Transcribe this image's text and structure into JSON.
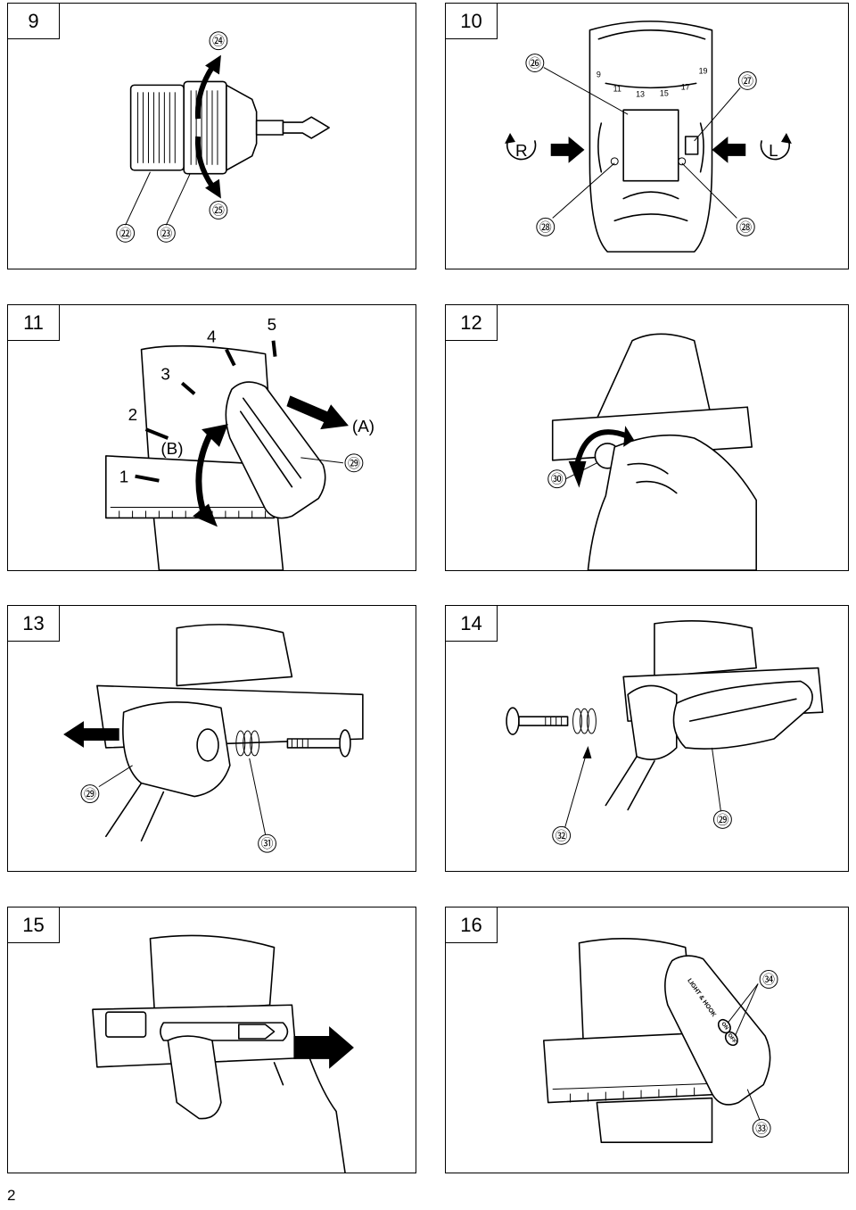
{
  "page_number": "2",
  "figures": [
    {
      "id": "9",
      "callouts": [
        "㉒",
        "㉓",
        "㉔",
        "㉕"
      ]
    },
    {
      "id": "10",
      "callouts": [
        "㉖",
        "㉗",
        "㉘",
        "㉘"
      ],
      "labels": [
        "R",
        "L"
      ],
      "dial_marks": [
        "9",
        "11",
        "13",
        "15",
        "17",
        "19"
      ]
    },
    {
      "id": "11",
      "callouts": [
        "㉙"
      ],
      "labels": [
        "1",
        "2",
        "3",
        "4",
        "5",
        "(A)",
        "(B)"
      ]
    },
    {
      "id": "12",
      "callouts": [
        "㉚"
      ]
    },
    {
      "id": "13",
      "callouts": [
        "㉙",
        "㉛"
      ]
    },
    {
      "id": "14",
      "callouts": [
        "㉜",
        "㉙"
      ]
    },
    {
      "id": "15",
      "callouts": []
    },
    {
      "id": "16",
      "callouts": [
        "㉞",
        "㉝"
      ],
      "labels": [
        "LIGHT & HOOK",
        "ON",
        "OFF"
      ]
    }
  ]
}
